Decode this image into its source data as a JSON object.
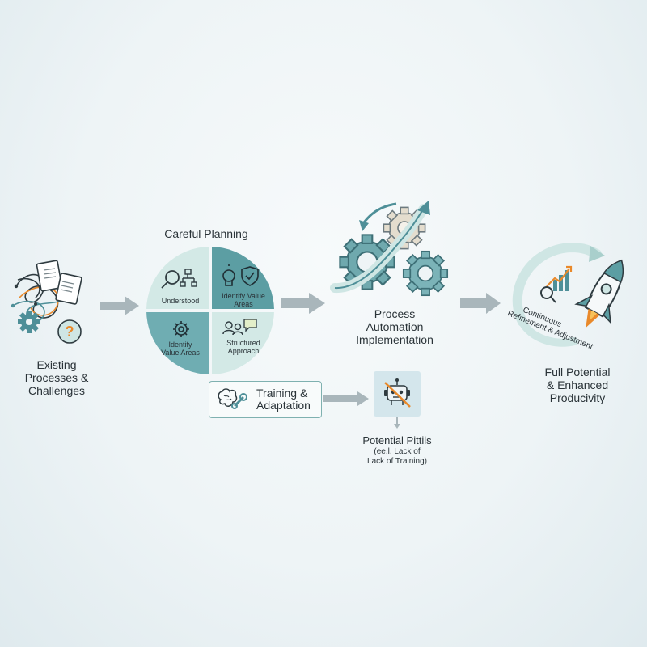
{
  "existing": {
    "title_lines": [
      "Existing",
      "Processes &",
      "Challenges"
    ]
  },
  "planning": {
    "title": "Careful Planning",
    "quadrants": {
      "top_left": [
        "Understood"
      ],
      "top_right": [
        "Identify Value",
        "Areas"
      ],
      "bottom_left": [
        "Identify",
        "Value Areas"
      ],
      "bottom_right": [
        "Structured",
        "Approach"
      ]
    }
  },
  "automation": {
    "title_lines": [
      "Process",
      "Automation",
      "Implementation"
    ]
  },
  "full": {
    "arc_text": [
      "Continuous",
      "Refinement & Adjustment"
    ],
    "title_lines": [
      "Full Potential",
      "& Enhanced",
      "Producivity"
    ]
  },
  "training": {
    "title_lines": [
      "Training &",
      "Adaptation"
    ]
  },
  "pitfalls": {
    "title": "Potential Pittils",
    "detail_lines": [
      "(ee,l, Lack of",
      "Lack of Training)"
    ]
  },
  "colors": {
    "teal_dark": "#4e8f98",
    "teal_light": "#cfe6e4",
    "teal_mid": "#7bb3b8",
    "arrow_grey": "#a9b6bb",
    "orange": "#e9892a",
    "gear_beige": "#e4ddce"
  },
  "icons": [
    "documents-icon",
    "tangled-lines-icon",
    "gear-icon",
    "question-icon",
    "magnifier-icon",
    "org-chart-icon",
    "lightbulb-icon",
    "shield-icon",
    "people-icon",
    "gears-icon",
    "rocket-icon",
    "chart-icon",
    "brain-wrench-icon",
    "robot-crossed-icon"
  ]
}
